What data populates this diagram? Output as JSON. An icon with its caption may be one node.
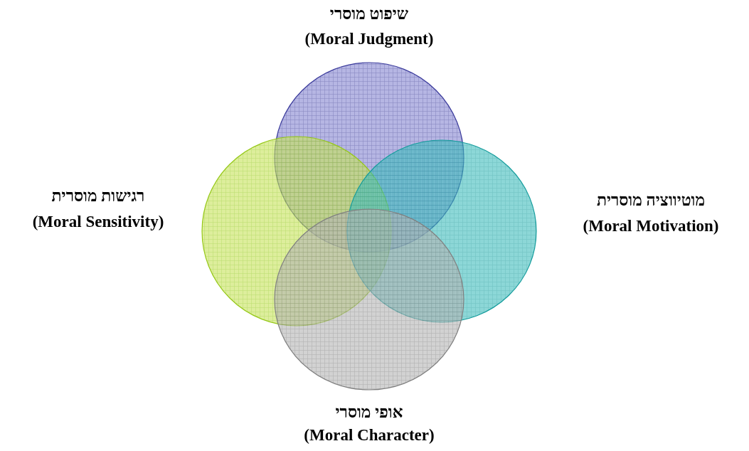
{
  "diagram": {
    "nodes": [
      {
        "text": [
          "שיפוט מוסרי",
          "(Moral Judgment)"
        ]
      },
      {
        "text": [
          "רגישות מוסרית",
          "(Moral Sensitivity)"
        ]
      },
      {
        "text": [
          "מוטיווציה מוסרית",
          "(Moral Motivation)"
        ]
      },
      {
        "text": [
          "אופי מוסרי",
          "(Moral Character)"
        ]
      }
    ]
  }
}
